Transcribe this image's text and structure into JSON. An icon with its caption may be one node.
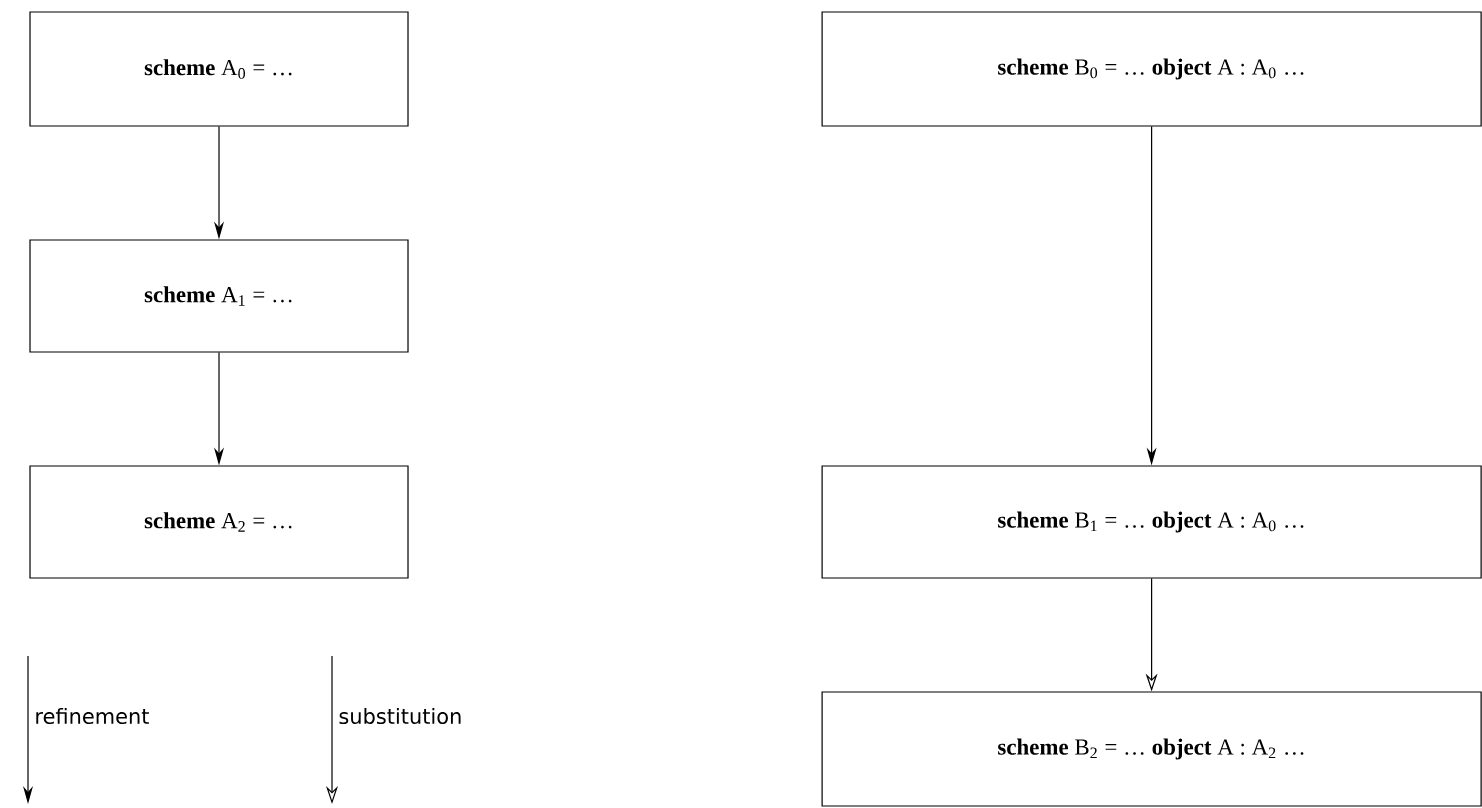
{
  "diagram": {
    "nodes": [
      {
        "text": [
          "**scheme** A$_{0}$ = …"
        ]
      },
      {
        "text": [
          "**scheme** A$_{1}$ = …"
        ]
      },
      {
        "text": [
          "**scheme** A$_{2}$ = …"
        ]
      },
      {
        "text": [
          "**scheme** B$_{0}$ = … **object** A : A$_{0}$ …"
        ]
      },
      {
        "text": [
          "**scheme** B$_{1}$ = … **object** A : A$_{0}$ …"
        ]
      },
      {
        "text": [
          "**scheme** B$_{2}$ = … **object** A : A$_{2}$ …"
        ]
      }
    ],
    "edges": [
      {
        "from": 0,
        "to": 1,
        "arrow": "to"
      },
      {
        "from": 1,
        "to": 2,
        "arrow": "to"
      },
      {
        "from": 3,
        "to": 4,
        "arrow": "to"
      },
      {
        "from": 4,
        "to": 5,
        "arrow": "to"
      }
    ],
    "legend": [
      {
        "text": "refinement"
      },
      {
        "text": "substitution"
      }
    ]
  }
}
